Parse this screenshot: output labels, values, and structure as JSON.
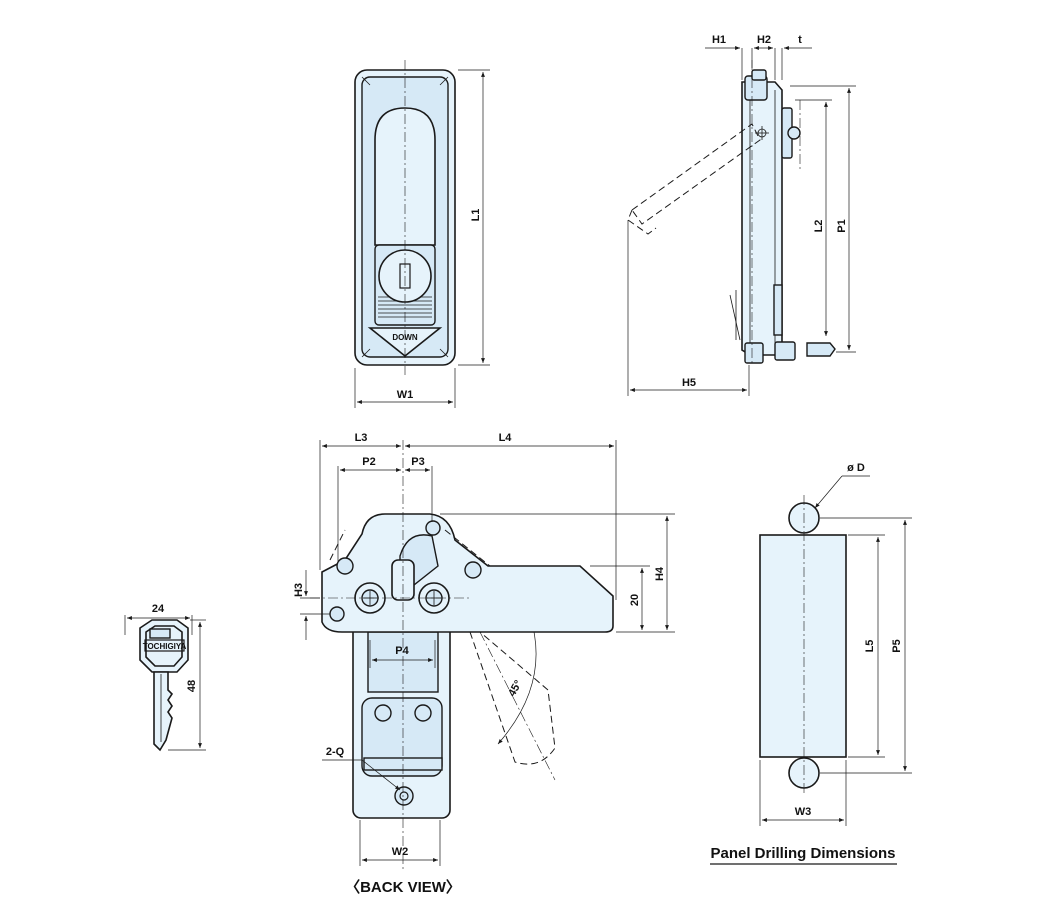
{
  "front_view": {
    "dims": {
      "L1": "L1",
      "W1": "W1"
    },
    "arrow_text": "DOWN"
  },
  "side_view": {
    "dims": {
      "H1": "H1",
      "H2": "H2",
      "t": "t",
      "L2": "L2",
      "P1": "P1",
      "H5": "H5"
    }
  },
  "back_view": {
    "dims": {
      "L3": "L3",
      "L4": "L4",
      "P2": "P2",
      "P3": "P3",
      "H3": "H3",
      "H4": "H4",
      "twenty": "20",
      "P4": "P4",
      "Q": "2-Q",
      "angle": "45°",
      "W2": "W2"
    },
    "caption": "〈BACK VIEW〉"
  },
  "key": {
    "dims": {
      "width": "24",
      "length": "48"
    },
    "brand": "TOCHIGIYA"
  },
  "panel_drilling": {
    "dims": {
      "D": "ø D",
      "L5": "L5",
      "P5": "P5",
      "W3": "W3"
    },
    "caption": "Panel Drilling Dimensions"
  }
}
